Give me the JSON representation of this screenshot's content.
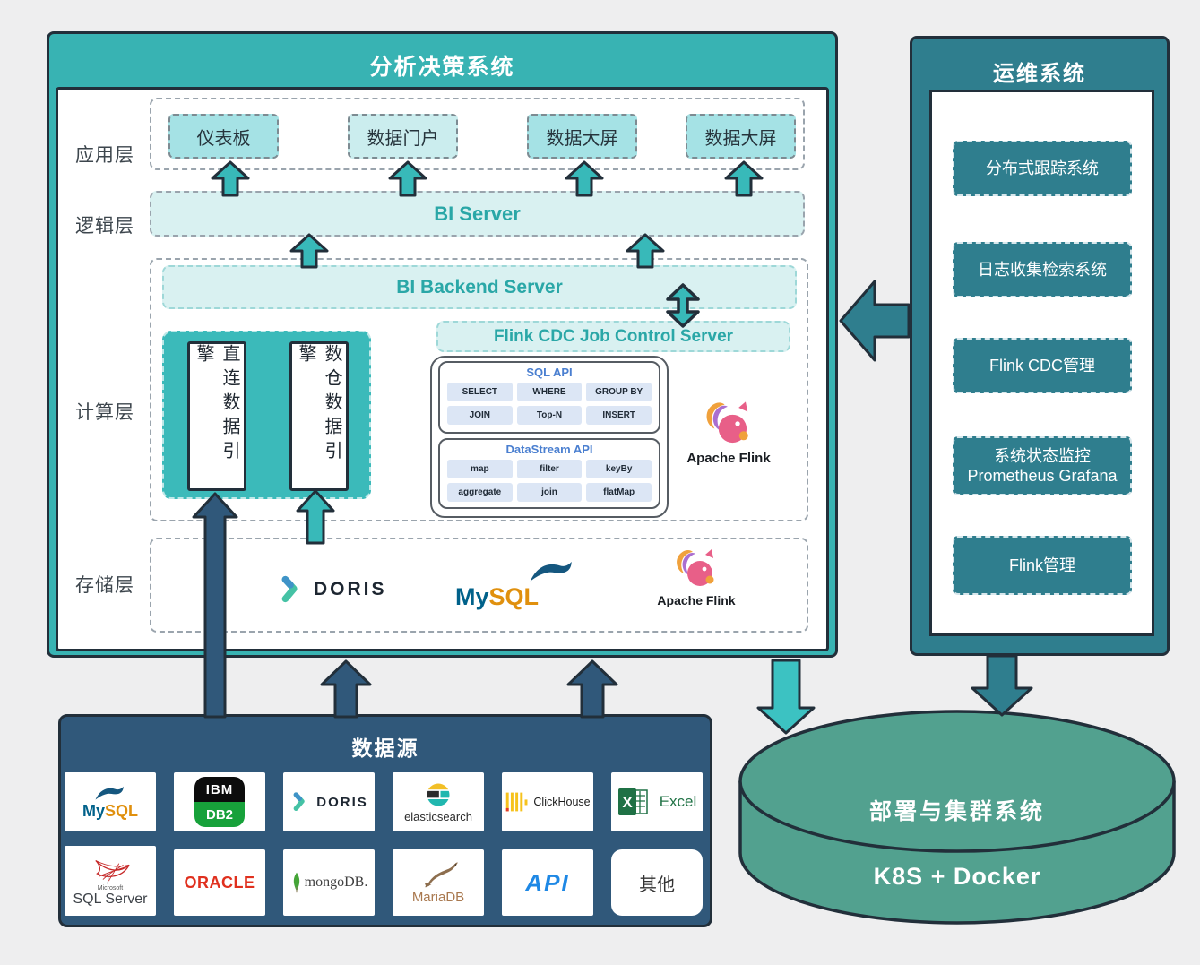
{
  "main_system": {
    "title": "分析决策系统",
    "layer_labels": [
      "应用层",
      "逻辑层",
      "计算层",
      "存储层"
    ],
    "app_boxes": [
      "仪表板",
      "数据门户",
      "数据大屏",
      "数据大屏"
    ],
    "bi_server": "BI Server",
    "bi_backend": "BI Backend Server",
    "flink_cdc_server": "Flink CDC Job Control Server",
    "engines": [
      "直连数据引擎",
      "数仓数据引擎"
    ],
    "sql_api": {
      "title": "SQL API",
      "ops": [
        "SELECT",
        "WHERE",
        "GROUP BY",
        "JOIN",
        "Top-N",
        "INSERT"
      ]
    },
    "datastream_api": {
      "title": "DataStream API",
      "ops": [
        "map",
        "filter",
        "keyBy",
        "aggregate",
        "join",
        "flatMap"
      ]
    },
    "flink_label": "Apache Flink",
    "storage_logos": {
      "doris": "DORIS",
      "mysql_my": "My",
      "mysql_sql": "SQL",
      "flink": "Apache Flink"
    }
  },
  "ops_system": {
    "title": "运维系统",
    "items": [
      {
        "label": "分布式跟踪系统"
      },
      {
        "label": "日志收集检索系统"
      },
      {
        "label": "Flink CDC管理"
      },
      {
        "line1": "系统状态监控",
        "line2": "Prometheus Grafana"
      },
      {
        "label": "Flink管理"
      }
    ]
  },
  "data_source": {
    "title": "数据源",
    "cards": [
      {
        "name": "MySQL",
        "my": "My",
        "sql": "SQL"
      },
      {
        "name": "IBM DB2",
        "top": "IBM",
        "bottom": "DB2"
      },
      {
        "name": "DORIS",
        "label": "DORIS"
      },
      {
        "name": "elasticsearch",
        "label": "elasticsearch"
      },
      {
        "name": "ClickHouse",
        "label": "ClickHouse"
      },
      {
        "name": "Excel",
        "label": "Excel"
      },
      {
        "name": "SQL Server",
        "brand": "Microsoft",
        "label": "SQL Server"
      },
      {
        "name": "ORACLE",
        "label": "ORACLE"
      },
      {
        "name": "mongoDB",
        "label": "mongoDB."
      },
      {
        "name": "MariaDB",
        "label": "MariaDB"
      },
      {
        "name": "API",
        "label": "API"
      },
      {
        "name": "其他",
        "label": "其他"
      }
    ]
  },
  "cluster_system": {
    "title": "部署与集群系统",
    "subtitle": "K8S + Docker"
  },
  "colors": {
    "teal": "#38b3b3",
    "light_teal": "#d9f1f1",
    "dark_teal": "#2f7e8e",
    "navy": "#30587a",
    "cylinder_green": "#52a18f",
    "outline": "#222f3a",
    "api_blue": "#4a7fd0",
    "accent_text": "#2aa7a7"
  }
}
